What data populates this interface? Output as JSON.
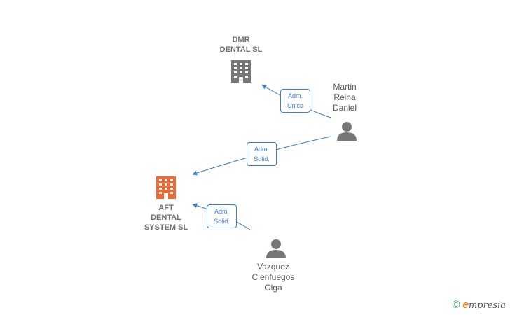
{
  "nodes": {
    "dmr": {
      "label": "DMR\nDENTAL SL",
      "icon": "building-icon",
      "color": "#777777"
    },
    "aft": {
      "label": "AFT\nDENTAL\nSYSTEM  SL",
      "icon": "building-icon",
      "color": "#f06a35"
    },
    "martin": {
      "label": "Martin\nReina\nDaniel",
      "icon": "person-icon",
      "color": "#777777"
    },
    "vazquez": {
      "label": "Vazquez\nCienfuegos\nOlga",
      "icon": "person-icon",
      "color": "#777777"
    }
  },
  "edges": [
    {
      "from": "Martin Reina Daniel",
      "to": "DMR DENTAL SL",
      "label": "Adm.\nUnico"
    },
    {
      "from": "Martin Reina Daniel",
      "to": "AFT DENTAL SYSTEM SL",
      "label": "Adm.\nSolid."
    },
    {
      "from": "Vazquez Cienfuegos Olga",
      "to": "AFT DENTAL SYSTEM SL",
      "label": "Adm.\nSolid."
    }
  ],
  "edge_color": "#3b7dd8",
  "watermark": {
    "copyright": "©",
    "brand_initial": "e",
    "brand_rest": "mpresia"
  }
}
